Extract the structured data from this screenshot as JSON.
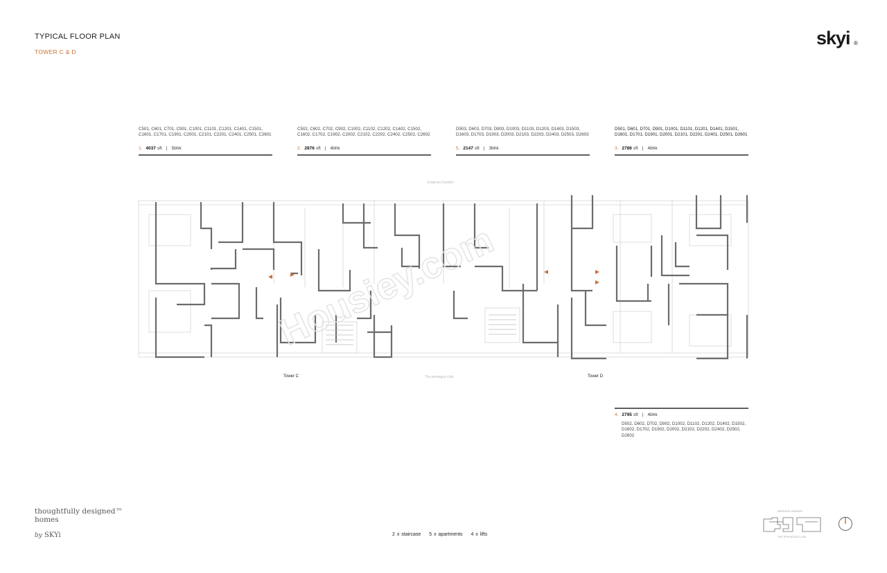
{
  "header": {
    "title": "TYPICAL FLOOR PLAN",
    "subtitle": "TOWER C & D",
    "logo": "skyi",
    "logo_mark": "®"
  },
  "units": [
    {
      "codes": "C501, C601, C701, C901, C1001, C1101, C1201, C1401, C1501, C1601, C1701, C1901, C2001, C2101, C2201, C2401, C2501, C2601",
      "number": "1.",
      "area": "4037",
      "unit": "sft",
      "type": "5bhk"
    },
    {
      "codes": "C502, C602, C702, C902, C1002, C1102, C1202, C1402, C1502, C1602, C1702, C1902, C2002, C2102, C2202, C2402, C2502, C2602",
      "number": "2.",
      "area": "2876",
      "unit": "sft",
      "type": "4bhk"
    },
    {
      "codes": "D503, D603, D703, D903, D1003, D1103, D1203, D1403, D1503, D1603, D1703, D1903, D2003, D2103, D2203, D2403, D2503, D2603",
      "number": "5.",
      "area": "2147",
      "unit": "sft",
      "type": "3bhk"
    },
    {
      "codes": "D501, D601, D701, D901, D1001, D1101, D1201, D1401, D1501, D1601, D1701, D1901, D2001, D2101, D2201, D2401, D2501, D2601",
      "number": "3.",
      "area": "2786",
      "unit": "sft",
      "type": "4bhk"
    }
  ],
  "unit_bottom": {
    "codes": "D502, D602, D702, D902, D1002, D1102, D1202, D1402, D1502, D1602, D1702, D1902, D2002, D2102, D2202, D2402, D2502, D2602",
    "number": "4.",
    "area": "2795",
    "unit": "sft",
    "type": "4bhk"
  },
  "plan": {
    "top_label": "Empress Garden",
    "bottom_label": "The pentagon club",
    "tower_c": "Tower C",
    "tower_d": "Tower D",
    "watermark": "Housiey.com"
  },
  "footer": {
    "tagline_line1": "thoughtfully designed™",
    "tagline_line2": "homes",
    "by": "by",
    "brand": "SKYi",
    "summary": [
      "2 x staircase",
      "5 x apartments",
      "4 x lifts"
    ],
    "keyplan_top": "EMPRESS GARDEN",
    "keyplan_bottom": "THE PENTAGON CLUB"
  },
  "colors": {
    "accent": "#c8703a",
    "wall": "#6b6b6b",
    "thin_line": "#cfcfcf"
  }
}
